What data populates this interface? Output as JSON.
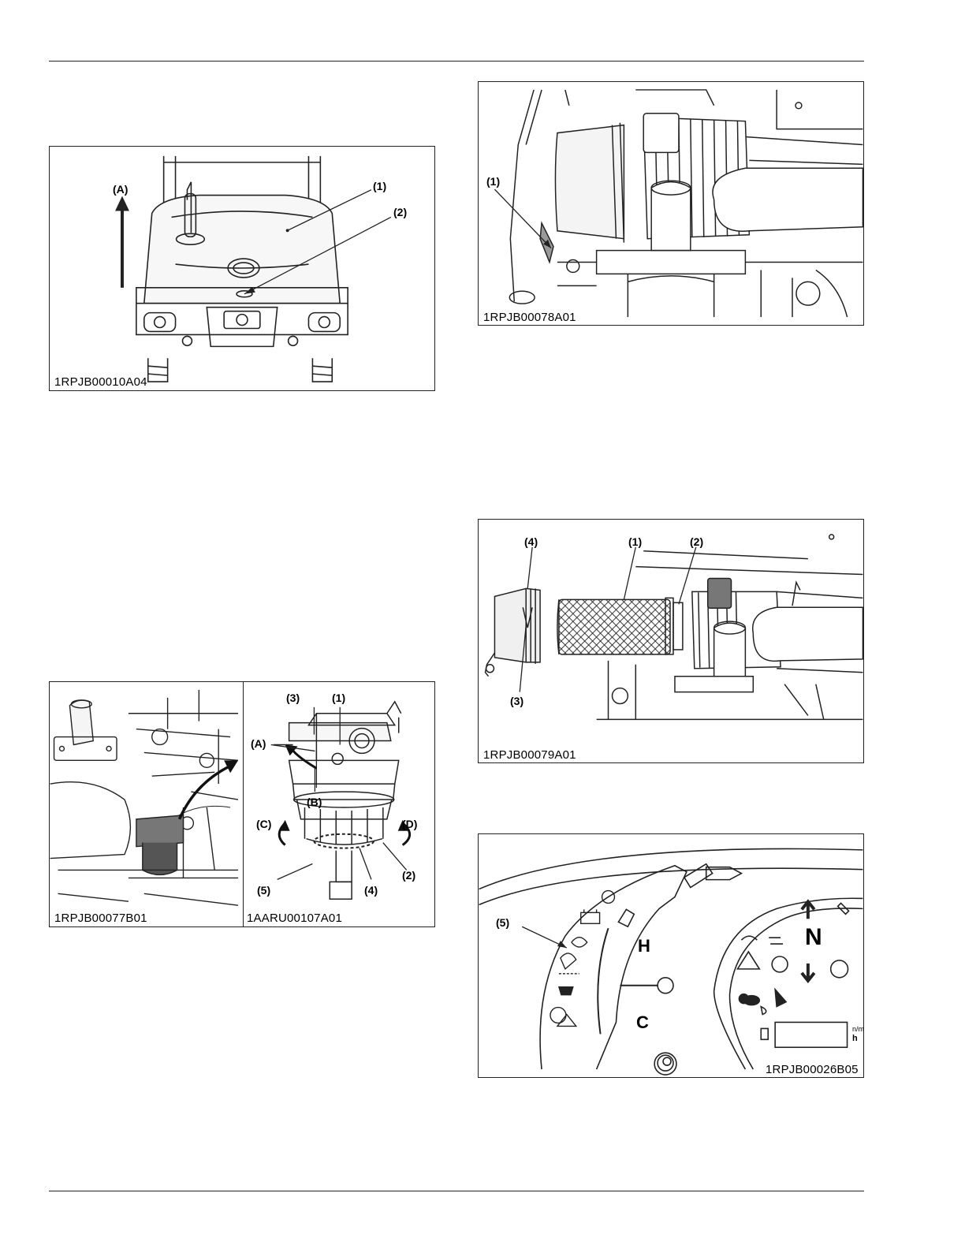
{
  "figures": {
    "fuel_tank": {
      "code": "1RPJB00010A04",
      "callouts": [
        "(A)",
        "(1)",
        "(2)"
      ]
    },
    "air_cleaner_top": {
      "code": "1RPJB00078A01",
      "callouts": [
        "(1)"
      ]
    },
    "fuel_filter_left": {
      "code": "1RPJB00077B01"
    },
    "fuel_filter_right": {
      "code": "1AARU00107A01",
      "callouts": [
        "(3)",
        "(1)",
        "(A)",
        "(B)",
        "(C)",
        "(D)",
        "(5)",
        "(4)",
        "(2)"
      ]
    },
    "air_cleaner_element": {
      "code": "1RPJB00079A01",
      "callouts": [
        "(4)",
        "(1)",
        "(2)",
        "(3)"
      ]
    },
    "instrument_panel": {
      "code": "1RPJB00026B05",
      "callouts": [
        "(5)"
      ],
      "gauge_high": "H",
      "gauge_low": "C",
      "gear_neutral": "N",
      "hour_units_top": "n/m",
      "hour_units_bottom": "h"
    }
  }
}
